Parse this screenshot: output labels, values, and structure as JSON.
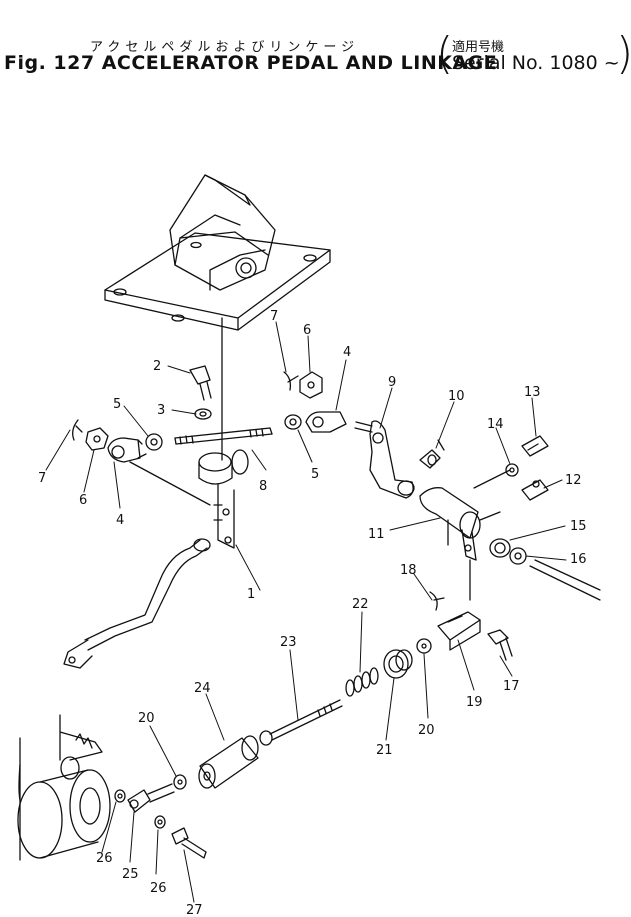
{
  "title": {
    "jp": "アクセルペダルおよびリンケージ",
    "fig": "Fig. 127 ACCELERATOR PEDAL AND LINKAGE",
    "serial_jp": "適用号機",
    "serial": "Serial No. 1080 ~"
  },
  "parts": {
    "p1": "1",
    "p2": "2",
    "p3": "3",
    "p4a": "4",
    "p4b": "4",
    "p5a": "5",
    "p5b": "5",
    "p6a": "6",
    "p6b": "6",
    "p7a": "7",
    "p7b": "7",
    "p8": "8",
    "p9": "9",
    "p10": "10",
    "p11": "11",
    "p12": "12",
    "p13": "13",
    "p14": "14",
    "p15": "15",
    "p16": "16",
    "p17": "17",
    "p18": "18",
    "p19": "19",
    "p20a": "20",
    "p20b": "20",
    "p21": "21",
    "p22": "22",
    "p23": "23",
    "p24": "24",
    "p25": "25",
    "p26a": "26",
    "p26b": "26",
    "p27": "27"
  }
}
